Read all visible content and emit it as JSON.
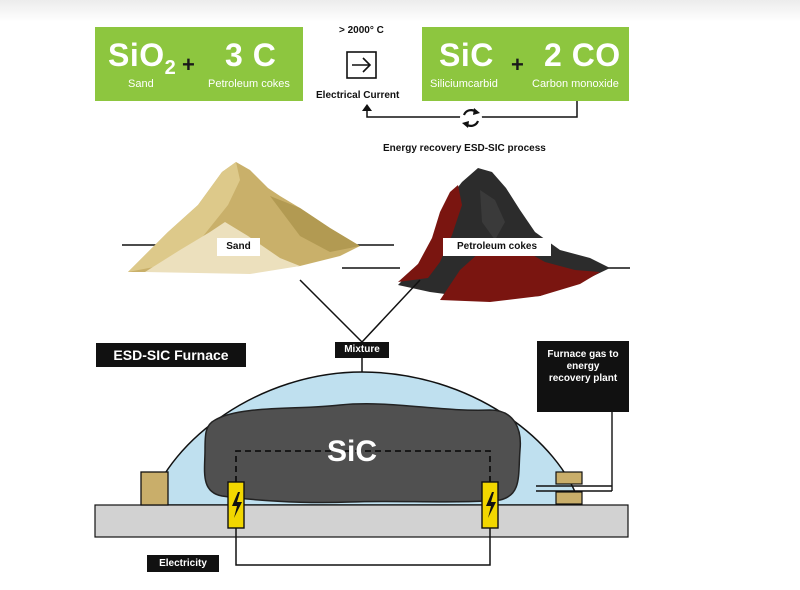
{
  "equation": {
    "reactant1_formula": "SiO",
    "reactant1_subscript": "2",
    "reactant1_name": "Sand",
    "reactant2_formula": "3 C",
    "reactant2_name": "Petroleum cokes",
    "product1_formula": "SiC",
    "product1_name": "Siliciumcarbid",
    "product2_formula": "2 CO",
    "product2_name": "Carbon monoxide",
    "plus": "+"
  },
  "temperature": "> 2000° C",
  "arrow_icon": "right-arrow-icon",
  "cycle_icon": "recycle-arrows-icon",
  "current_label": "Electrical Current",
  "energy_label": "Energy recovery ESD-SIC process",
  "materials": {
    "sand": "Sand",
    "cokes": "Petroleum cokes"
  },
  "mixture_label": "Mixture",
  "furnace_title": "ESD-SIC Furnace",
  "furnace_gas_label": "Furnace gas to energy recovery plant",
  "sic_label": "SiC",
  "electricity_label": "Electricity",
  "electrode_icon": "lightning-bolt-icon",
  "colors": {
    "green": "#8dc63f",
    "sand_dark": "#c9b06a",
    "sand_light": "#e3d4a4",
    "coke_black": "#2a2a2a",
    "coke_red": "#7a1510",
    "furnace_blue": "#bfe0ef",
    "sic_gray": "#505050",
    "electrode_yellow": "#f2d700"
  }
}
